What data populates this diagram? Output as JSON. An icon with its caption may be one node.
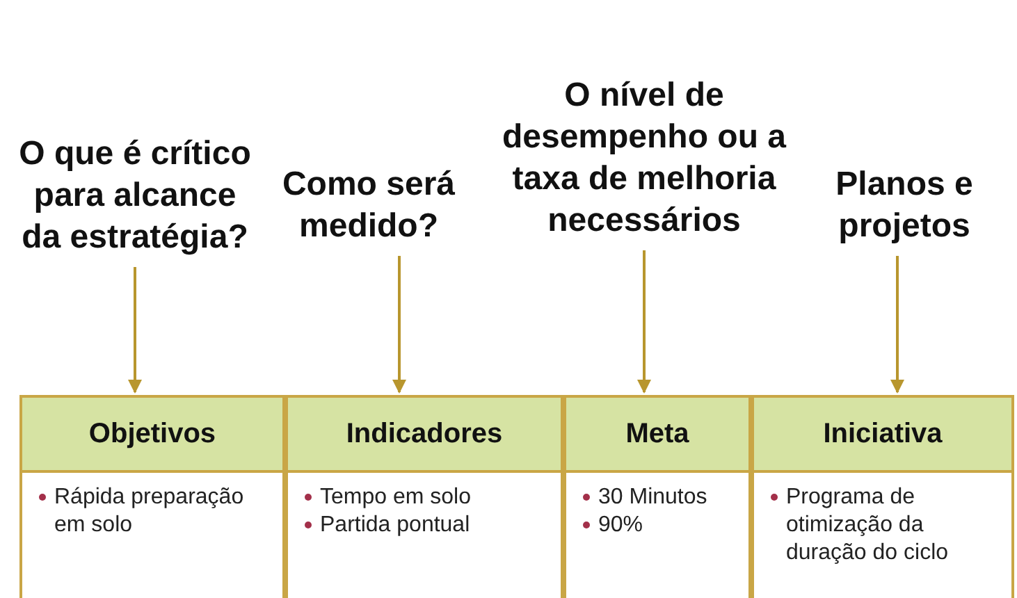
{
  "diagram": {
    "nodes": [
      {
        "text": [
          "O que é crítico para alcance da estratégia?"
        ]
      },
      {
        "text": [
          "Como será medido?"
        ]
      },
      {
        "text": [
          "O nível de desempenho ou a taxa de melhoria necessários"
        ]
      },
      {
        "text": [
          "Planos e projetos"
        ]
      },
      {
        "text": [
          "Objetivos"
        ]
      },
      {
        "text": [
          "Indicadores"
        ]
      },
      {
        "text": [
          "Meta"
        ]
      },
      {
        "text": [
          "Iniciativa"
        ]
      },
      {
        "text": [
          "Rápida preparação em solo"
        ]
      },
      {
        "text": [
          "Tempo em solo",
          "Partida pontual"
        ]
      },
      {
        "text": [
          "30 Minutos",
          "90%"
        ]
      },
      {
        "text": [
          "Programa de otimização da duração do ciclo"
        ]
      }
    ],
    "edges": [
      {
        "from": 0,
        "to": 4,
        "arrow": "to"
      },
      {
        "from": 1,
        "to": 5,
        "arrow": "to"
      },
      {
        "from": 2,
        "to": 6,
        "arrow": "to"
      },
      {
        "from": 3,
        "to": 7,
        "arrow": "to"
      }
    ]
  }
}
